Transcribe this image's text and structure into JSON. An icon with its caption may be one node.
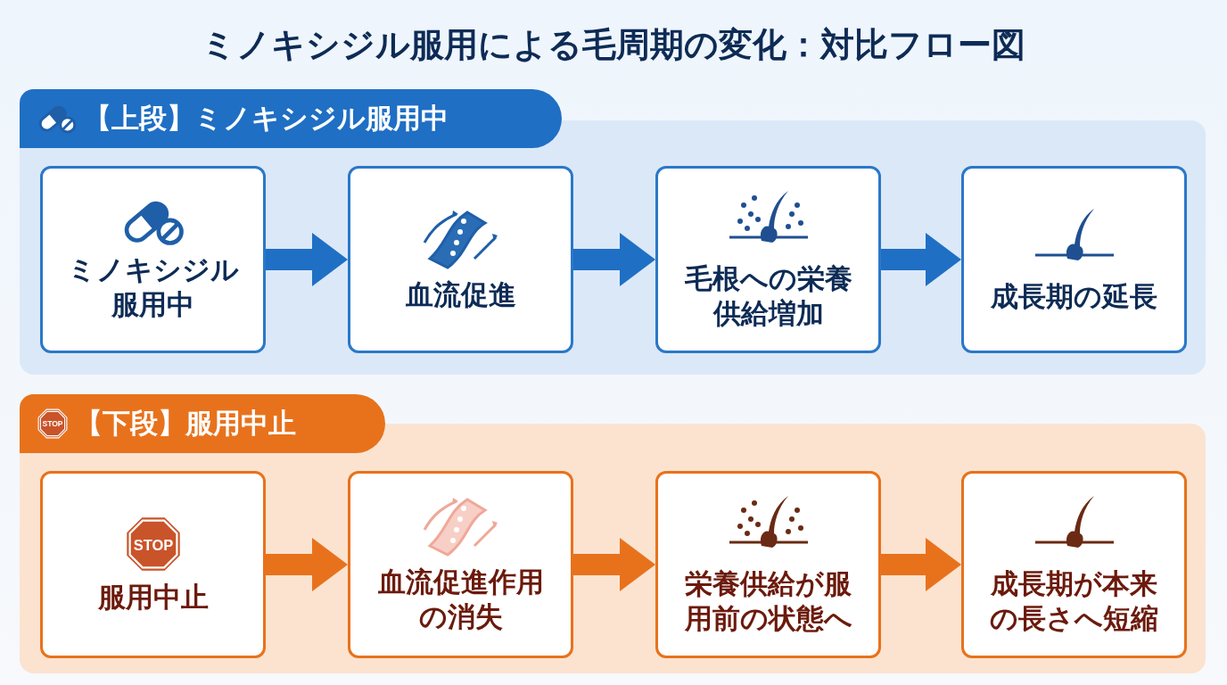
{
  "diagram": {
    "title": "ミノキシジル服用による毛周期の変化：対比フロー図",
    "nodes": [
      {
        "text": [
          "【上段】ミノキシジル服用中"
        ]
      },
      {
        "text": [
          "ミノキシジル服用中"
        ],
        "in": 0
      },
      {
        "text": [
          "血流促進"
        ],
        "in": 0
      },
      {
        "text": [
          "毛根への栄養供給増加"
        ],
        "in": 0
      },
      {
        "text": [
          "成長期の延長"
        ],
        "in": 0
      },
      {
        "text": [
          "【下段】服用中止"
        ]
      },
      {
        "text": [
          "服用中止"
        ],
        "in": 5
      },
      {
        "text": [
          "血流促進作用の消失"
        ],
        "in": 5
      },
      {
        "text": [
          "栄養供給が服用前の状態へ"
        ],
        "in": 5
      },
      {
        "text": [
          "成長期が本来の長さへ短縮"
        ],
        "in": 5
      }
    ],
    "edges": [
      {
        "from": 1,
        "to": 2,
        "arrow": "to",
        "color": "#1f6fc4"
      },
      {
        "from": 2,
        "to": 3,
        "arrow": "to",
        "color": "#1f6fc4"
      },
      {
        "from": 3,
        "to": 4,
        "arrow": "to",
        "color": "#1f6fc4"
      },
      {
        "from": 6,
        "to": 7,
        "arrow": "to",
        "color": "#e8721c"
      },
      {
        "from": 7,
        "to": 8,
        "arrow": "to",
        "color": "#e8721c"
      },
      {
        "from": 8,
        "to": 9,
        "arrow": "to",
        "color": "#e8721c"
      }
    ],
    "labels": [
      "STOP",
      "STOP"
    ]
  }
}
